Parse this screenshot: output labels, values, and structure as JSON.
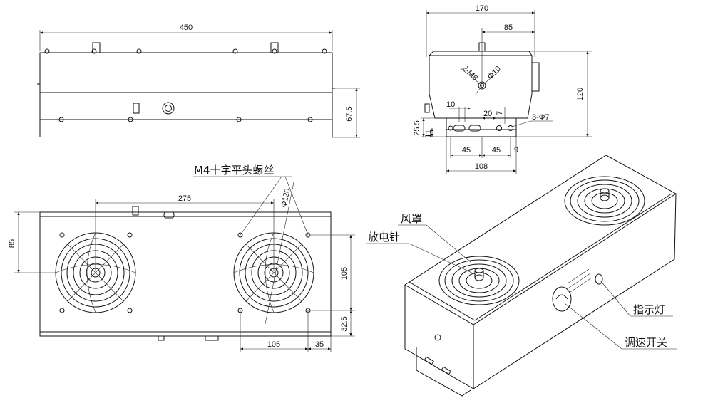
{
  "dimensions": {
    "top_width": "450",
    "top_height": "67.5",
    "side_width": "170",
    "side_hole_offset": "85",
    "side_height": "120",
    "thread_label": "2-M8",
    "hole_dia_10": "Φ10",
    "bracket_10": "10",
    "bracket_20": "20",
    "bracket_7": "7",
    "bracket_255": "25.5",
    "bracket_11": "11",
    "bracket_holes": "3-Φ7",
    "bracket_45a": "45",
    "bracket_45b": "45",
    "bracket_9": "9",
    "bracket_108": "108",
    "front_spacing": "275",
    "fan_dia": "Φ120",
    "front_85": "85",
    "front_105_v": "105",
    "front_325": "32.5",
    "front_105_h": "105",
    "front_35": "35"
  },
  "labels": {
    "screw": "M4十字平头螺丝",
    "fan_guard": "风罩",
    "discharge_needle": "放电针",
    "indicator_light": "指示灯",
    "speed_switch": "调速开关"
  },
  "colors": {
    "line": "#111111",
    "background": "#ffffff"
  }
}
